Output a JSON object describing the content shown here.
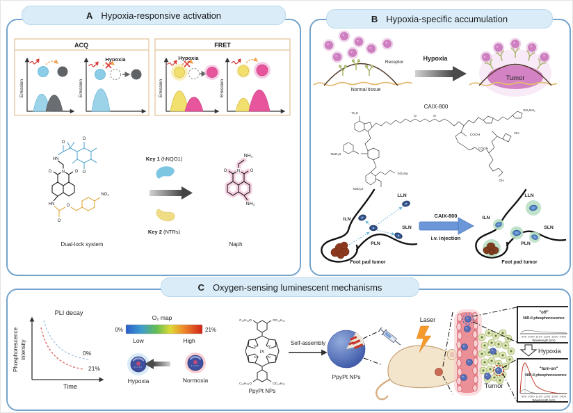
{
  "colors": {
    "hypoxia_red": "#d93a36",
    "banner_blue": "#d9ecf7",
    "panel_border": "#74a3cc",
    "box_border": "#e3c096",
    "donor_blue": "#8bcde6",
    "quencher_gray": "#5f6366",
    "fret_yellow": "#f2e06e",
    "fret_pink": "#e7559c",
    "lymph_arrow_blue": "#6b96d8",
    "o2_low_blue": "#2a5cc8",
    "o2_high_red": "#cf2318"
  },
  "panelA": {
    "letter": "A",
    "title": "Hypoxia-responsive activation",
    "acq": {
      "title": "ACQ",
      "ylabel": "Emission",
      "hypoxia": "Hypoxia"
    },
    "fret": {
      "title": "FRET",
      "ylabel": "Emission",
      "hypoxia": "Hypoxia"
    },
    "duallock": {
      "label": "Dual-lock system",
      "atoms": {
        "hn1": "HN",
        "o": "O",
        "n": "N",
        "hn2": "HN",
        "no2": "NO₂"
      }
    },
    "keys": {
      "key1_name": "Key 1",
      "key1_sub": " (hNQO1)",
      "key2_name": "Key 2",
      "key2_sub": " (NTRs)"
    },
    "naph": {
      "label": "Naph",
      "n": "N",
      "o": "O",
      "nh2": "NH₂"
    }
  },
  "panelB": {
    "letter": "B",
    "title": "Hypoxia-specific accumulation",
    "tissue": {
      "receptor": "Receptor",
      "normal": "Normal tissue",
      "hypoxia": "Hypoxia",
      "tumor": "Tumor"
    },
    "caix": {
      "label": "CAIX-800",
      "atoms": {
        "s1": "⁻O₃S",
        "s2": "NaO₃S",
        "s3": "SO₃Na",
        "s4": "SO₂NH₂",
        "cooh": "COOH",
        "oh": "OH",
        "o": "O"
      }
    },
    "lymph": {
      "iln": "ILN",
      "lln": "LLN",
      "sln": "SLN",
      "pln": "PLN",
      "foot": "Foot pad tumor",
      "arrow_title": "CAIX-800",
      "arrow_sub": "i.v. injection",
      "iln2": "ILN",
      "lln2": "LLN",
      "sln2": "SLN",
      "pln2": "PLN",
      "foot2": "Foot pad tumor"
    }
  },
  "panelC": {
    "letter": "C",
    "title": "Oxygen-sensing luminescent mechanisms",
    "pli": {
      "title": "PLI decay",
      "ylabel1": "Phosphorescence",
      "ylabel2": "intensity",
      "xlabel": "Time",
      "label_0": "0%",
      "label_21": "21%"
    },
    "o2map": {
      "title": "O₂ map",
      "min": "0%",
      "max": "21%",
      "low": "Low",
      "high": "High"
    },
    "states": {
      "hypoxia": "Hypoxia",
      "normoxia": "Normoxia"
    },
    "ppypt": {
      "molecule_label": "PpyPt NPs",
      "pt": "Pt",
      "n": "N",
      "sub_tl": "C₁₂H₂₅O",
      "sub_tr": "OC₁₂H₂₅",
      "sub_bl": "C₁₂H₂₅O",
      "sub_br": "OC₁₂H₂₅",
      "arrow_label": "Self-assembly",
      "np_label": "PpyPt NPs"
    },
    "laser": "Laser",
    "tumor": "Tumor",
    "spectra": {
      "off_title": "\"off\"",
      "off_sub": "NIR-II phosphorescence",
      "hypoxia": "Hypoxia",
      "on_title": "\"turn-on\"",
      "on_sub": "NIR-II phosphorescence",
      "xlabel": "Wavelength (nm)",
      "ticks": "900 1000 1100 1200 1300 1400"
    }
  }
}
